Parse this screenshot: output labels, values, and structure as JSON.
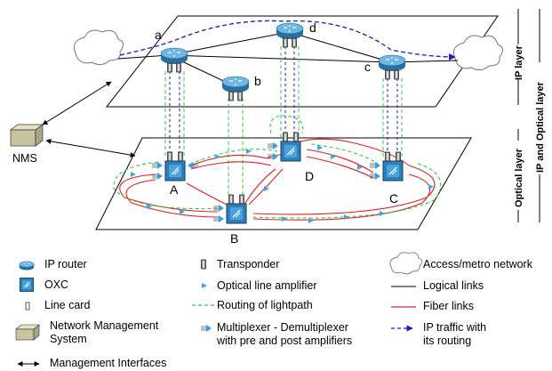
{
  "layers": {
    "ip_layer": "IP layer",
    "optical_layer": "Optical layer",
    "ip_and_optical": "IP and Optical layer"
  },
  "nodes": {
    "router_a": "a",
    "router_b": "b",
    "router_c": "c",
    "router_d": "d",
    "oxc_A": "A",
    "oxc_B": "B",
    "oxc_C": "C",
    "oxc_D": "D",
    "nms": "NMS"
  },
  "legend": {
    "ip_router": "IP router",
    "oxc": "OXC",
    "line_card": "Line card",
    "nms_line1": "Network Management",
    "nms_line2": "System",
    "mgmt_if": "Management Interfaces",
    "transponder": "Transponder",
    "optical_amp": "Optical line amplifier",
    "lightpath": "Routing of lightpath",
    "mux_line1": "Multiplexer - Demultiplexer",
    "mux_line2": "with pre and post amplifiers",
    "access": "Access/metro network",
    "logical": "Logical links",
    "fiber": "Fiber links",
    "ip_traffic_line1": "IP traffic with",
    "ip_traffic_line2": "its routing"
  },
  "colors": {
    "logical_link": "#000000",
    "fiber_link": "#e02020",
    "lightpath": "#2ecc40",
    "ip_traffic": "#1a1acc",
    "router_body": "#5aa9d6",
    "oxc_body": "#2c7fb8",
    "amplifier": "#4aa8e0",
    "nms_box": "#c8c4a0"
  }
}
